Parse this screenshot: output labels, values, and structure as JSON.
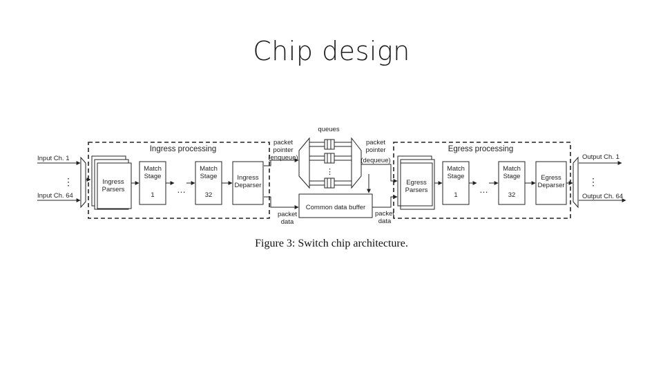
{
  "slide": {
    "title": "Chip design",
    "caption": "Figure 3: Switch chip architecture."
  },
  "diagram": {
    "input_top": "Input Ch. 1",
    "input_bottom": "Input Ch. 64",
    "output_top": "Output Ch. 1",
    "output_bottom": "Output Ch. 64",
    "ingress": {
      "title": "Ingress processing",
      "parsers": [
        "Ingress",
        "Parsers"
      ],
      "stage_first": {
        "label": [
          "Match",
          "Stage"
        ],
        "number": "1"
      },
      "stage_last": {
        "label": [
          "Match",
          "Stage"
        ],
        "number": "32"
      },
      "deparser": [
        "Ingress",
        "Deparser"
      ]
    },
    "egress": {
      "title": "Egress processing",
      "parsers": [
        "Egress",
        "Parsers"
      ],
      "stage_first": {
        "label": [
          "Match",
          "Stage"
        ],
        "number": "1"
      },
      "stage_last": {
        "label": [
          "Match",
          "Stage"
        ],
        "number": "32"
      },
      "deparser": [
        "Egress",
        "Deparser"
      ]
    },
    "queues_label": "queues",
    "enqueue_label": [
      "packet",
      "pointer",
      "(enqueue)"
    ],
    "dequeue_label": [
      "packet",
      "pointer",
      "(dequeue)"
    ],
    "packet_data_left": [
      "packet",
      "data"
    ],
    "packet_data_right": [
      "packet",
      "data"
    ],
    "buffer_label": "Common data buffer",
    "ellipsis": "…",
    "vdots": "⋮"
  }
}
